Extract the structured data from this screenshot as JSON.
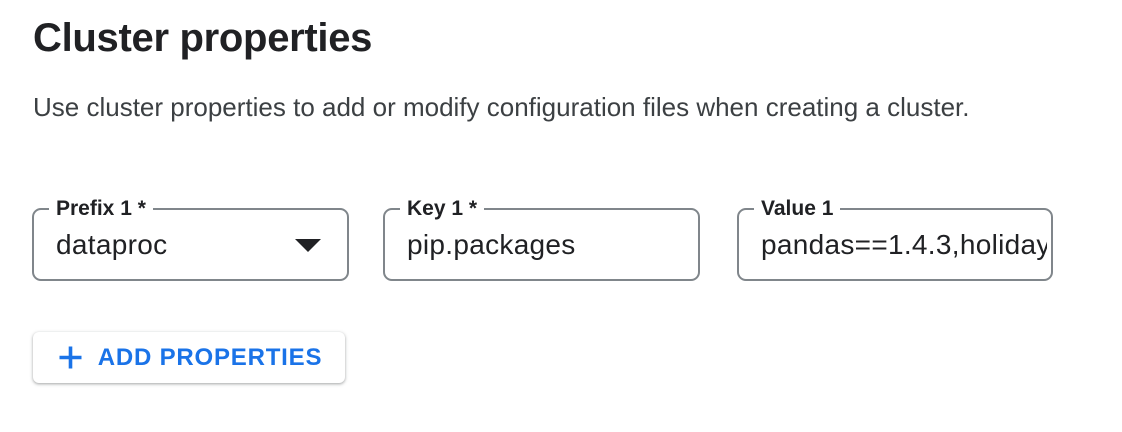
{
  "page": {
    "title": "Cluster properties",
    "description": "Use cluster properties to add or modify configuration files when creating a cluster."
  },
  "fields": [
    {
      "label": "Prefix 1 *",
      "value": "dataproc",
      "type": "select",
      "required": true
    },
    {
      "label": "Key 1 *",
      "value": "pip.packages",
      "type": "text",
      "required": true
    },
    {
      "label": "Value 1",
      "value": "pandas==1.4.3,holiday",
      "type": "text",
      "required": false
    }
  ],
  "buttons": {
    "add_properties": "ADD PROPERTIES"
  },
  "icons": {
    "plus": "+",
    "dropdown_arrow": "▼"
  },
  "colors": {
    "accent_blue": "#1a73e8",
    "field_border": "#80868b",
    "text_primary": "#202124",
    "text_secondary": "#3c4043",
    "background": "#ffffff"
  }
}
